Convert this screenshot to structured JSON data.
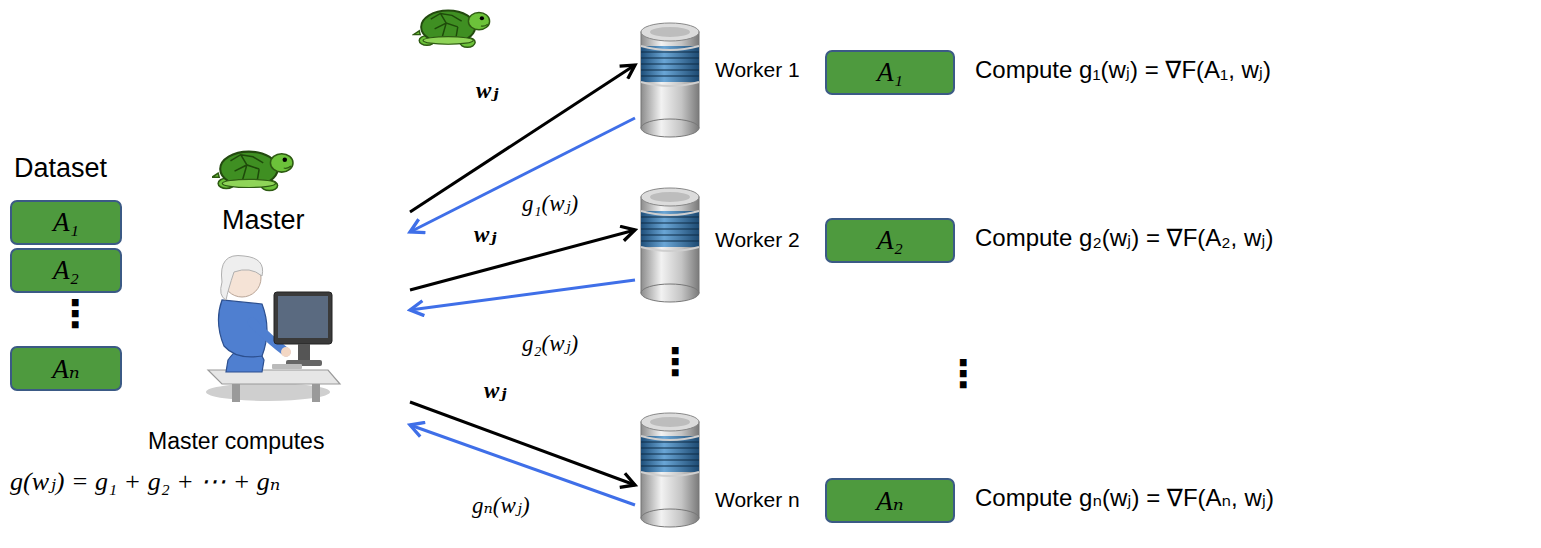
{
  "diagram": {
    "nodes": [
      {
        "text": [
          "A₁"
        ]
      },
      {
        "text": [
          "A₂"
        ]
      },
      {
        "text": [
          "Aₙ"
        ]
      },
      {
        "text": [
          "Master"
        ]
      },
      {
        "text": [
          "Worker 1"
        ]
      },
      {
        "text": [
          "A₁"
        ]
      },
      {
        "text": [
          "Worker 2"
        ]
      },
      {
        "text": [
          "A₂"
        ]
      },
      {
        "text": [
          "Worker n"
        ]
      },
      {
        "text": [
          "Aₙ"
        ]
      }
    ],
    "edges": [
      {
        "from": 3,
        "to": 4,
        "arrow": "to",
        "label": "wⱼ"
      },
      {
        "from": 4,
        "to": 3,
        "arrow": "to",
        "label": "g₁(wⱼ)"
      },
      {
        "from": 3,
        "to": 6,
        "arrow": "to",
        "label": "wⱼ"
      },
      {
        "from": 6,
        "to": 3,
        "arrow": "to",
        "label": "g₂(wⱼ)"
      },
      {
        "from": 3,
        "to": 8,
        "arrow": "to",
        "label": "wⱼ"
      },
      {
        "from": 8,
        "to": 3,
        "arrow": "to",
        "label": "gₙ(wⱼ)"
      }
    ],
    "labels": [
      "Dataset",
      "⋮",
      "⋮",
      "⋮",
      "Compute g₁(wⱼ) = ∇F(A₁, wⱼ)",
      "Compute g₂(wⱼ) = ∇F(A₂, wⱼ)",
      "Compute gₙ(wⱼ) = ∇F(Aₙ, wⱼ)",
      "Master computes",
      "g(wⱼ) = g₁ + g₂ + ⋯ + gₙ"
    ]
  }
}
